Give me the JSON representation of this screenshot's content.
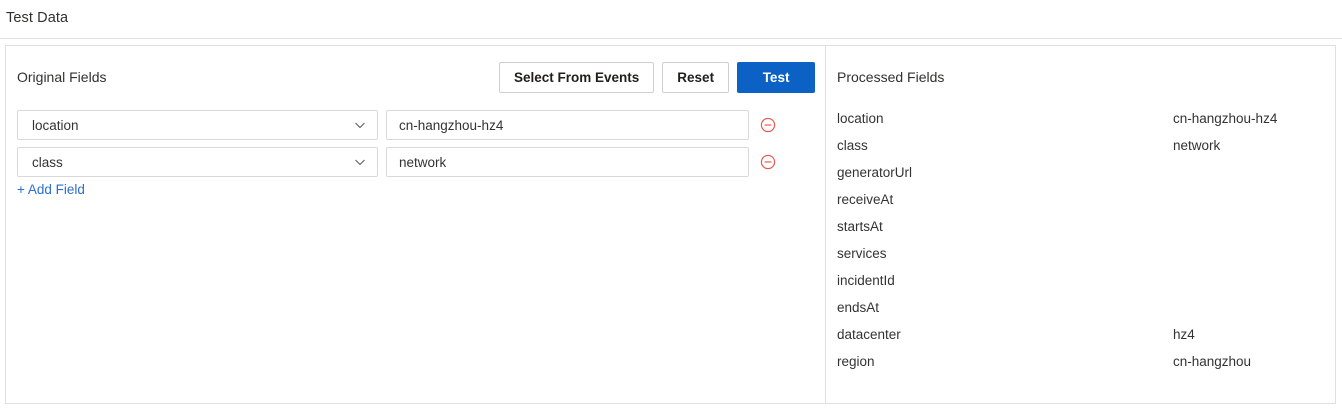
{
  "header": {
    "title": "Test Data"
  },
  "colors": {
    "primary_button": "#0c62c4",
    "link": "#2a6fd1",
    "remove_icon": "#e8584f",
    "border": "#d9d9d9",
    "text": "#333333"
  },
  "left_panel": {
    "title": "Original Fields",
    "buttons": {
      "select_from_events": "Select From Events",
      "reset": "Reset",
      "test": "Test"
    },
    "rows": [
      {
        "field": "location",
        "value": "cn-hangzhou-hz4"
      },
      {
        "field": "class",
        "value": "network"
      }
    ],
    "add_field_label": "+ Add Field"
  },
  "right_panel": {
    "title": "Processed Fields",
    "rows": [
      {
        "key": "location",
        "value": "cn-hangzhou-hz4"
      },
      {
        "key": "class",
        "value": "network"
      },
      {
        "key": "generatorUrl",
        "value": ""
      },
      {
        "key": "receiveAt",
        "value": ""
      },
      {
        "key": "startsAt",
        "value": ""
      },
      {
        "key": "services",
        "value": ""
      },
      {
        "key": "incidentId",
        "value": ""
      },
      {
        "key": "endsAt",
        "value": ""
      },
      {
        "key": "datacenter",
        "value": "hz4"
      },
      {
        "key": "region",
        "value": "cn-hangzhou"
      }
    ]
  }
}
